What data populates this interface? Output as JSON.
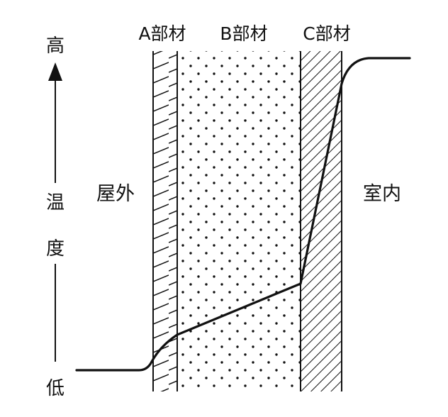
{
  "diagram": {
    "layers": [
      {
        "label": "A部材",
        "pattern": "horizontal-lines"
      },
      {
        "label": "B部材",
        "pattern": "dots"
      },
      {
        "label": "C部材",
        "pattern": "diagonal-lines"
      }
    ],
    "outside_label": "屋外",
    "inside_label": "室内",
    "axis": {
      "top_label": "高",
      "bottom_label": "低",
      "label_chars": [
        "温",
        "度"
      ]
    },
    "colors": {
      "ink": "#111111",
      "background": "#ffffff"
    }
  }
}
